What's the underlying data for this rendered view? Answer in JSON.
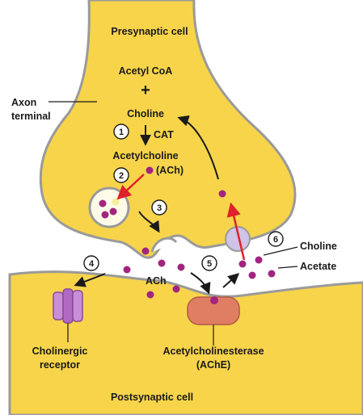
{
  "diagram": {
    "presynaptic_label": "Presynaptic cell",
    "postsynaptic_label": "Postsynaptic cell",
    "axon_terminal_label_line1": "Axon",
    "axon_terminal_label_line2": "terminal",
    "acetyl_coa": "Acetyl CoA",
    "plus": "+",
    "choline_top": "Choline",
    "cat": "CAT",
    "acetylcholine": "Acetylcholine",
    "ach_paren": "(ACh)",
    "ach_cleft": "ACh",
    "choline_right": "Choline",
    "acetate": "Acetate",
    "receptor_line1": "Cholinergic",
    "receptor_line2": "receptor",
    "ache_line1": "Acetylcholinesterase",
    "ache_line2": "(AChE)",
    "steps": [
      "1",
      "2",
      "3",
      "4",
      "5",
      "6"
    ]
  },
  "colors": {
    "membrane_yellow": "#f7d44a",
    "membrane_yellow_light": "#fbe37a",
    "membrane_outline": "#8f8f8f",
    "ach_purple": "#a3247f",
    "red_arrow": "#e0202a",
    "receptor": "#c98fd6",
    "ache": "#e07e63",
    "transporter": "#cfc3e6"
  }
}
